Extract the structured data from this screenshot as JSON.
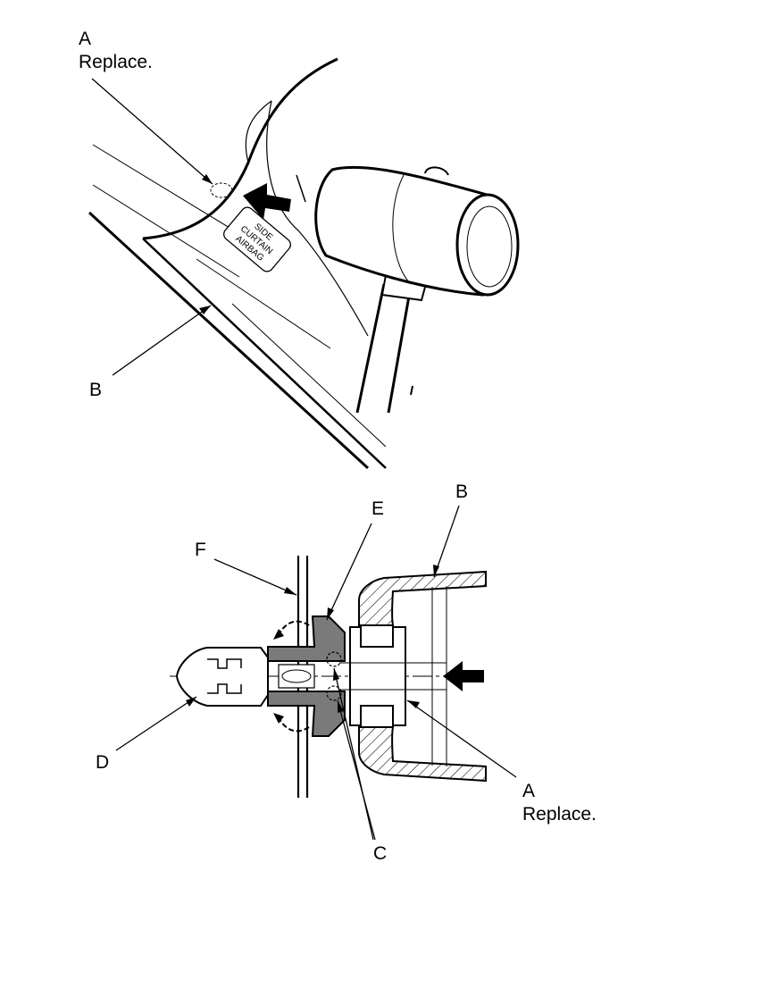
{
  "top_view": {
    "callout_a_letter": "A",
    "callout_a_text": "Replace.",
    "callout_b_letter": "B",
    "badge_lines": [
      "SIDE",
      "CURTAIN",
      "AIRBAG"
    ]
  },
  "clip_view": {
    "label_b": "B",
    "label_e": "E",
    "label_f": "F",
    "label_d": "D",
    "label_c": "C",
    "label_a_letter": "A",
    "label_a_text": "Replace."
  },
  "colors": {
    "line": "#000000",
    "fill_gray": "#7a7a7a",
    "background": "#ffffff"
  }
}
